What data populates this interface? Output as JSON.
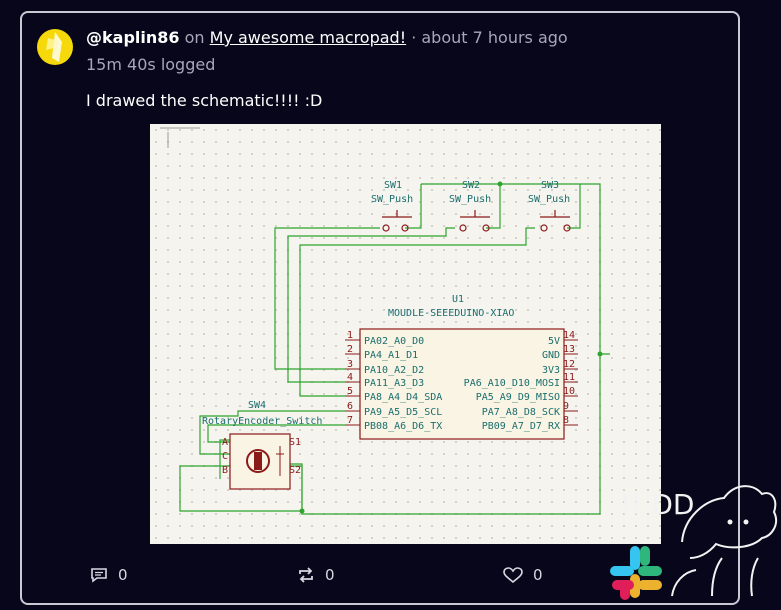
{
  "post": {
    "username": "@kaplin86",
    "on_word": "on",
    "project": "My awesome macropad!",
    "time": "· about 7 hours ago",
    "logged": "15m 40s logged",
    "text": "I drawed the schematic!!!! :D"
  },
  "schematic": {
    "sw1_ref": "SW1",
    "sw1_val": "SW_Push",
    "sw2_ref": "SW2",
    "sw2_val": "SW_Push",
    "sw3_ref": "SW3",
    "sw3_val": "SW_Push",
    "u1_ref": "U1",
    "u1_val": "MOUDLE-SEEEDUINO-XIAO",
    "left_pins": [
      "PA02_A0_D0",
      "PA4_A1_D1",
      "PA10_A2_D2",
      "PA11_A3_D3",
      "PA8_A4_D4_SDA",
      "PA9_A5_D5_SCL",
      "PB08_A6_D6_TX"
    ],
    "left_nums": [
      "1",
      "2",
      "3",
      "4",
      "5",
      "6",
      "7"
    ],
    "right_pins": [
      "5V",
      "GND",
      "3V3",
      "PA6_A10_D10_MOSI",
      "PA5_A9_D9_MISO",
      "PA7_A8_D8_SCK",
      "PB09_A7_D7_RX"
    ],
    "right_nums": [
      "14",
      "13",
      "12",
      "11",
      "10",
      "9",
      "8"
    ],
    "sw4_ref": "SW4",
    "sw4_val": "RotaryEncoder_Switch",
    "enc_a": "A",
    "enc_c": "C",
    "enc_b": "B",
    "enc_s1": "S1",
    "enc_s2": "S2"
  },
  "actions": {
    "comments": "0",
    "reposts": "0",
    "likes": "0"
  },
  "doodle_text": "!! DD"
}
